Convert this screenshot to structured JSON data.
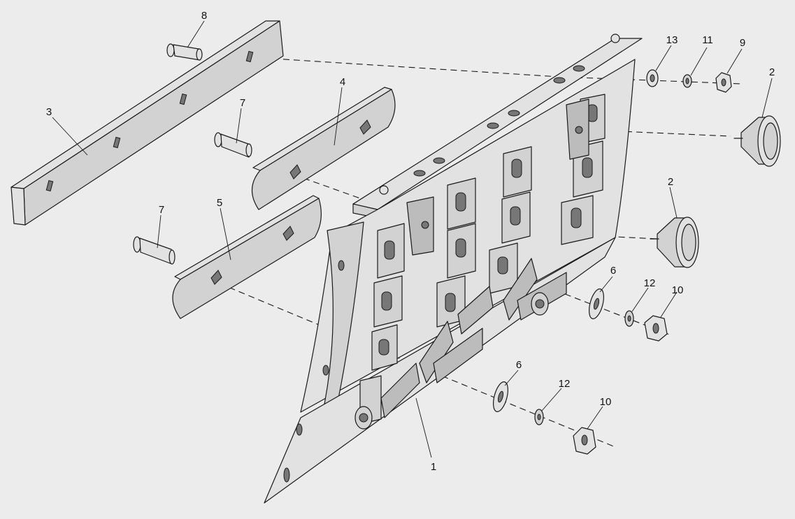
{
  "callouts": {
    "c1": "1",
    "c2a": "2",
    "c2b": "2",
    "c3": "3",
    "c4": "4",
    "c5": "5",
    "c6a": "6",
    "c6b": "6",
    "c7a": "7",
    "c7b": "7",
    "c8": "8",
    "c9": "9",
    "c10a": "10",
    "c10b": "10",
    "c11": "11",
    "c12a": "12",
    "c12b": "12",
    "c13": "13"
  }
}
